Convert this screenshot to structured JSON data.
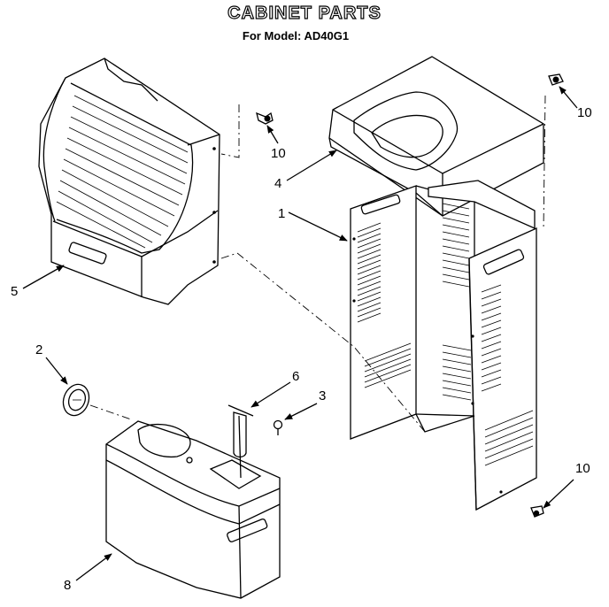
{
  "header": {
    "title": "CABINET PARTS",
    "subtitle": "For Model: AD40G1"
  },
  "callouts": [
    {
      "id": "1",
      "label": "1"
    },
    {
      "id": "2",
      "label": "2"
    },
    {
      "id": "3",
      "label": "3"
    },
    {
      "id": "4",
      "label": "4"
    },
    {
      "id": "5",
      "label": "5"
    },
    {
      "id": "6",
      "label": "6"
    },
    {
      "id": "8",
      "label": "8"
    },
    {
      "id": "10a",
      "label": "10"
    },
    {
      "id": "10b",
      "label": "10"
    },
    {
      "id": "10c",
      "label": "10"
    }
  ]
}
